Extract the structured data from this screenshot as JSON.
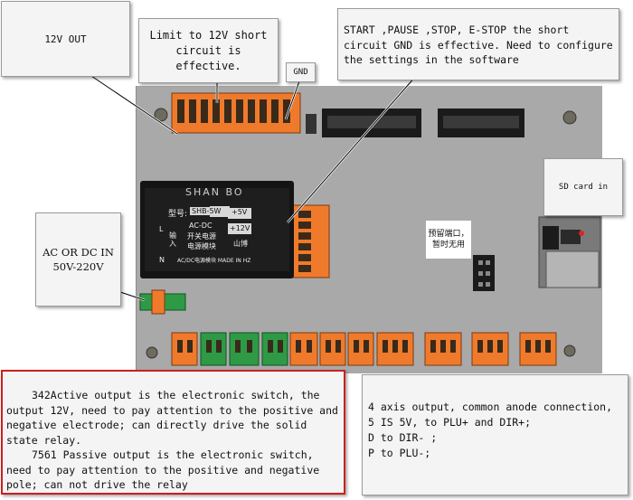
{
  "callouts": {
    "out12v": "12V OUT",
    "limit": "Limit to 12V short circuit is effective.",
    "gnd": "GND",
    "start": "START ,PAUSE ,STOP, E-STOP  the short circuit GND is effective. Need to configure the settings in the software",
    "sd": "SD card in",
    "acdc": "AC  OR DC IN 50V-220V",
    "active_output": "342Active output is the electronic switch, the output 12V, need to pay attention to the positive and negative electrode; can directly drive the solid state relay.",
    "passive_output": "7561 Passive output is the electronic switch, need to pay attention to the positive and negative pole; can not drive the relay",
    "axis_line1": "4 axis output, common anode connection,",
    "axis_line2": "5  IS 5V, to PLU+ and DIR+;",
    "axis_line3": "D  to DIR- ;",
    "axis_line4": "P  to PLU-;"
  },
  "module": {
    "brand": "SHAN BO",
    "model": "型号:",
    "model_value": "SHB-5W",
    "v5": "+5V",
    "v12": "+12V",
    "acdc": "AC-DC",
    "switch1": "开关电源",
    "switch2": "电源模块",
    "input": "输入",
    "made": "AC/DC电源模块 MADE IN HZ",
    "logo": "山博",
    "pin_l": "L",
    "pin_n": "N"
  },
  "board": {
    "reserved_note": "预留端口，暂时无用"
  },
  "colors": {
    "callout_border_red": "#cc1f1f",
    "terminal_orange": "#f07a2c",
    "terminal_green": "#2e9a45",
    "board_gray": "#a9a9a9"
  }
}
